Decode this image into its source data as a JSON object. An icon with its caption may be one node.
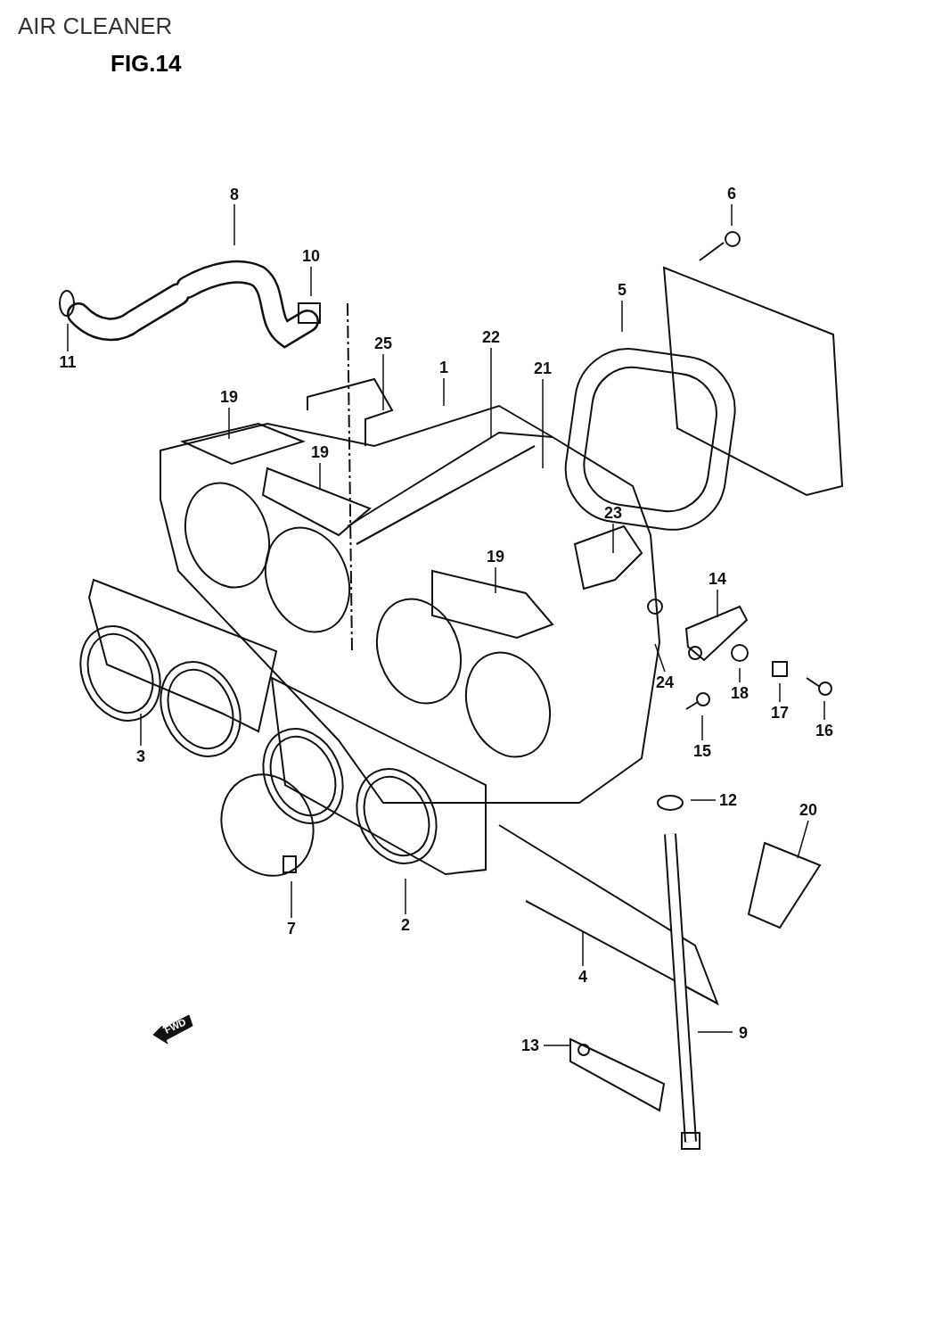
{
  "diagram": {
    "title": "AIR CLEANER",
    "nodes": [
      {
        "text": [
          "8"
        ]
      },
      {
        "text": [
          "6"
        ]
      },
      {
        "text": [
          "10"
        ]
      },
      {
        "text": [
          "5"
        ]
      },
      {
        "text": [
          "25"
        ]
      },
      {
        "text": [
          "22"
        ]
      },
      {
        "text": [
          "11"
        ]
      },
      {
        "text": [
          "1"
        ]
      },
      {
        "text": [
          "21"
        ]
      },
      {
        "text": [
          "19"
        ]
      },
      {
        "text": [
          "19"
        ]
      },
      {
        "text": [
          "23"
        ]
      },
      {
        "text": [
          "19"
        ]
      },
      {
        "text": [
          "14"
        ]
      },
      {
        "text": [
          "24"
        ]
      },
      {
        "text": [
          "18"
        ]
      },
      {
        "text": [
          "17"
        ]
      },
      {
        "text": [
          "16"
        ]
      },
      {
        "text": [
          "15"
        ]
      },
      {
        "text": [
          "3"
        ]
      },
      {
        "text": [
          "12"
        ]
      },
      {
        "text": [
          "20"
        ]
      },
      {
        "text": [
          "7"
        ]
      },
      {
        "text": [
          "2"
        ]
      },
      {
        "text": [
          "4"
        ]
      },
      {
        "text": [
          "9"
        ]
      },
      {
        "text": [
          "13"
        ]
      }
    ],
    "edges": [
      {
        "from": 0,
        "to": null,
        "arrow": "none"
      },
      {
        "from": 1,
        "to": null,
        "arrow": "none"
      },
      {
        "from": 2,
        "to": null,
        "arrow": "none"
      },
      {
        "from": 3,
        "to": null,
        "arrow": "none"
      },
      {
        "from": 4,
        "to": null,
        "arrow": "none"
      },
      {
        "from": 5,
        "to": null,
        "arrow": "none"
      },
      {
        "from": 6,
        "to": null,
        "arrow": "none"
      },
      {
        "from": 7,
        "to": null,
        "arrow": "none"
      },
      {
        "from": 8,
        "to": null,
        "arrow": "none"
      },
      {
        "from": 9,
        "to": null,
        "arrow": "none"
      },
      {
        "from": 10,
        "to": null,
        "arrow": "none"
      },
      {
        "from": 11,
        "to": null,
        "arrow": "none"
      },
      {
        "from": 12,
        "to": null,
        "arrow": "none"
      },
      {
        "from": 13,
        "to": null,
        "arrow": "none"
      },
      {
        "from": 14,
        "to": null,
        "arrow": "none"
      },
      {
        "from": 15,
        "to": null,
        "arrow": "none"
      },
      {
        "from": 16,
        "to": null,
        "arrow": "none"
      },
      {
        "from": 17,
        "to": null,
        "arrow": "none"
      },
      {
        "from": 18,
        "to": null,
        "arrow": "none"
      },
      {
        "from": 19,
        "to": null,
        "arrow": "none"
      },
      {
        "from": 20,
        "to": null,
        "arrow": "none"
      },
      {
        "from": 21,
        "to": null,
        "arrow": "none"
      },
      {
        "from": 22,
        "to": null,
        "arrow": "none"
      },
      {
        "from": 23,
        "to": null,
        "arrow": "none"
      },
      {
        "from": 24,
        "to": null,
        "arrow": "none"
      },
      {
        "from": 25,
        "to": null,
        "arrow": "none"
      },
      {
        "from": 26,
        "to": null,
        "arrow": "none"
      }
    ],
    "labels": [
      "FIG.14",
      "FWD"
    ]
  }
}
